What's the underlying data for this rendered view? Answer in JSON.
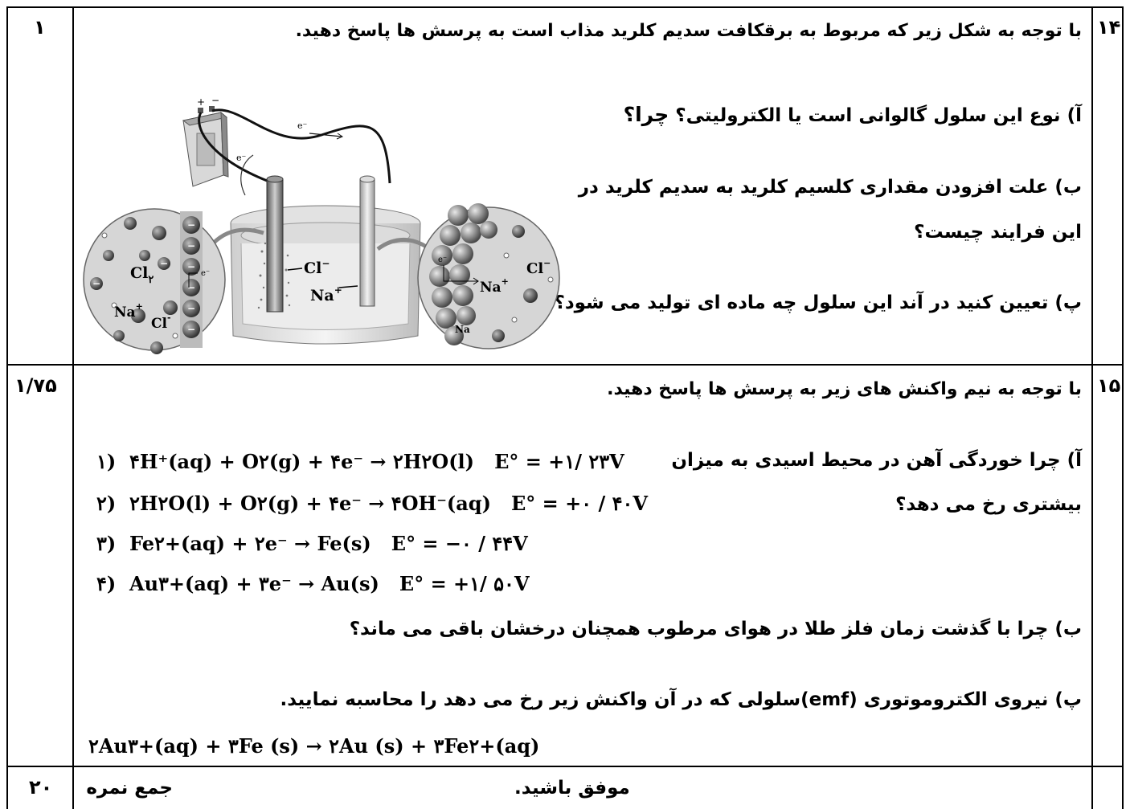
{
  "q14": {
    "number": "۱۴",
    "score": "۱",
    "intro": "با توجه به شکل زیر که مربوط به برقکافت سدیم کلرید مذاب است به پرسش ها پاسخ دهید.",
    "parts": [
      {
        "label": "آ)",
        "text": "نوع این سلول گالوانی است  یا الکترولیتی؟",
        "emph": "چرا؟"
      },
      {
        "label": "ب)",
        "text": "علت افزودن مقداری کلسیم کلرید به سدیم کلرید در"
      },
      {
        "label": "",
        "text": "این فرایند چیست؟"
      },
      {
        "label": "پ)",
        "text": "تعیین کنید در آند  این سلول چه ماده ای تولید می شود؟"
      }
    ],
    "figure": {
      "battery_plus": "+",
      "battery_minus": "−",
      "electron_top": "e⁻",
      "electron_left": "e⁻",
      "left_ions": {
        "cl2": "Cl",
        "cl2_sub": "۲",
        "na": "Na",
        "na_sup": "+",
        "cl": "Cl",
        "cl_sup": "-",
        "e": "e⁻"
      },
      "cell_ions": {
        "cl": "Cl",
        "cl_sup": "−",
        "na": "Na",
        "na_sup": "+"
      },
      "right_ions": {
        "na": "Na",
        "na_sup": "+",
        "cl": "Cl",
        "cl_sup": "−",
        "na_atom": "Na",
        "e": "e⁻"
      }
    }
  },
  "q15": {
    "number": "۱۵",
    "score": "۱/۷۵",
    "intro": "با توجه به نیم  واکنش های زیر به پرسش ها پاسخ دهید.",
    "part_a_label": "آ)",
    "part_a_line1": "چرا خوردگی آهن در محیط اسیدی به میزان",
    "part_a_line2": "بیشتری رخ می دهد؟",
    "reactions": [
      {
        "n": "۱)",
        "lhs": "۴H⁺(aq) + O۲(g) + ۴e⁻ → ۲H۲O(l)",
        "E": "E° = +۱/ ۲۳V"
      },
      {
        "n": "۲)",
        "lhs": "۲H۲O(l) + O۲(g) + ۴e⁻ → ۴OH⁻(aq)",
        "E": "E° = +۰ / ۴۰V"
      },
      {
        "n": "۳)",
        "lhs": "Fe۲+(aq) + ۲e⁻ → Fe(s)",
        "E": "E° = −۰ / ۴۴V"
      },
      {
        "n": "۴)",
        "lhs": "Au۳+(aq) + ۳e⁻ → Au(s)",
        "E": "E° = +۱/ ۵۰V"
      }
    ],
    "part_b_label": "ب)",
    "part_b": "چرا با گذشت زمان فلز طلا در هوای مرطوب  همچنان درخشان باقی می ماند؟",
    "part_c_label": "پ)",
    "part_c": "نیروی الکتروموتوری  (emf)سلولی که در آن واکنش زیر رخ می دهد را  محاسبه نمایید.",
    "overall": "۲Au۳+(aq)  + ۳Fe (s) → ۲Au (s) + ۳Fe۲+(aq)"
  },
  "footer": {
    "total_score": "۲۰",
    "total_label": "جمع نمره",
    "closing": "موفق باشید."
  }
}
